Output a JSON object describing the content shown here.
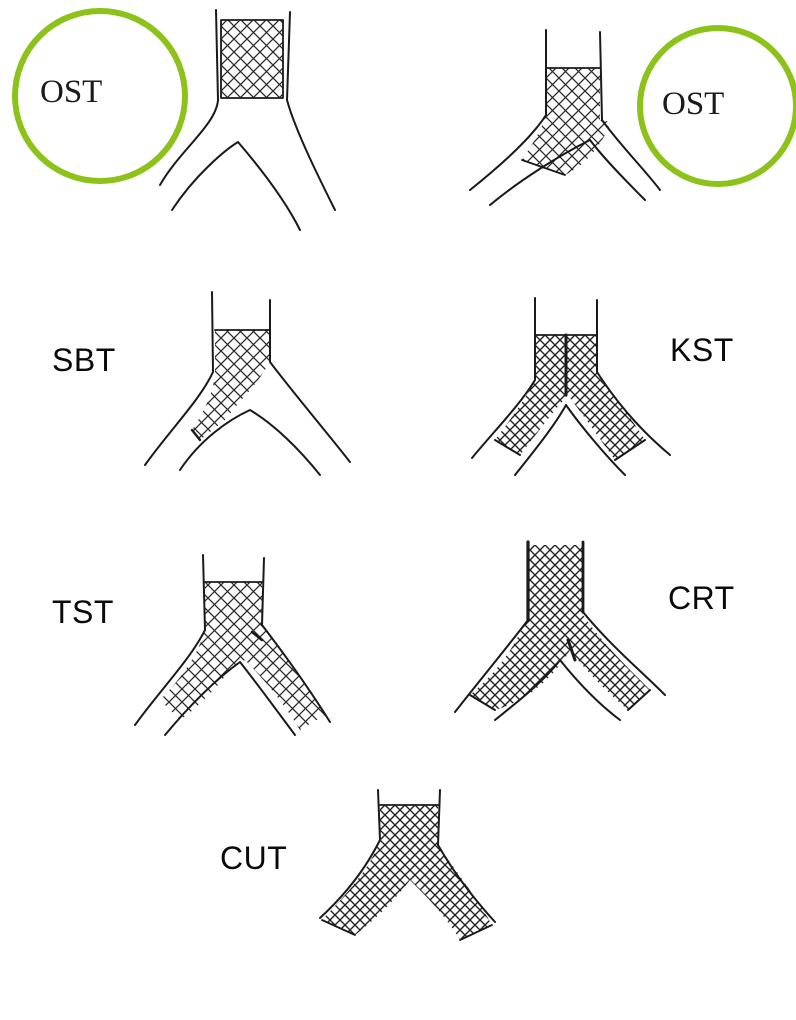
{
  "colors": {
    "highlight_circle": "#8cc21a",
    "ink": "#1a1a1a",
    "mesh": "#2a2a2a"
  },
  "labels": {
    "ost_left": "OST",
    "ost_right": "OST",
    "sbt": "SBT",
    "kst": "KST",
    "tst": "TST",
    "crt": "CRT",
    "cut": "CUT"
  }
}
